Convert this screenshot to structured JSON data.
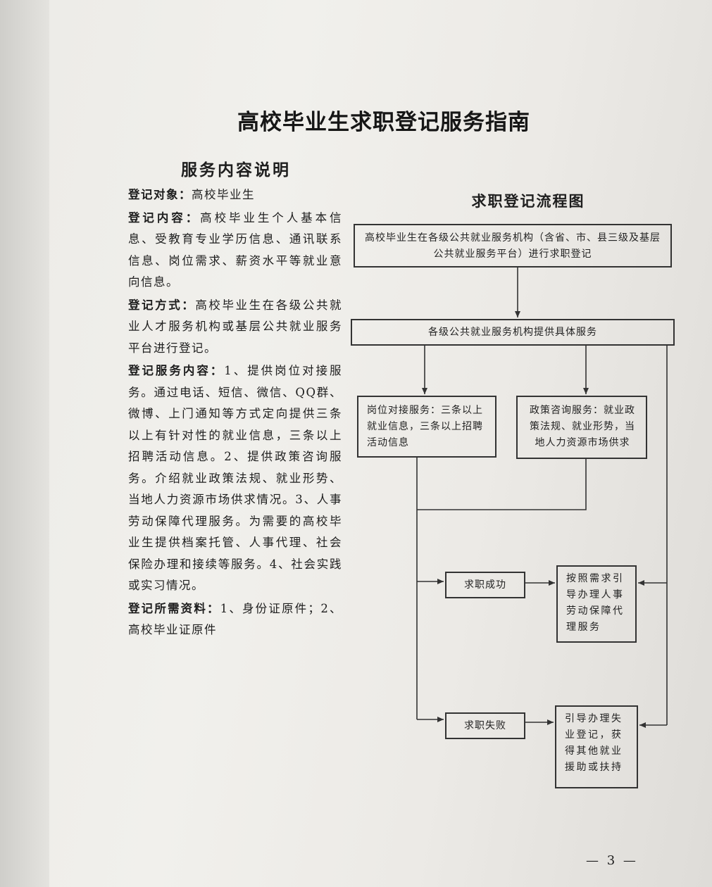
{
  "title": "高校毕业生求职登记服务指南",
  "section": {
    "heading": "服务内容说明",
    "items": [
      {
        "label": "登记对象：",
        "text": "高校毕业生"
      },
      {
        "label": "登记内容：",
        "text": "高校毕业生个人基本信息、受教育专业学历信息、通讯联系信息、岗位需求、薪资水平等就业意向信息。"
      },
      {
        "label": "登记方式：",
        "text": "高校毕业生在各级公共就业人才服务机构或基层公共就业服务平台进行登记。"
      },
      {
        "label": "登记服务内容：",
        "text": "1、提供岗位对接服务。通过电话、短信、微信、QQ群、微博、上门通知等方式定向提供三条以上有针对性的就业信息，三条以上招聘活动信息。2、提供政策咨询服务。介绍就业政策法规、就业形势、当地人力资源市场供求情况。3、人事劳动保障代理服务。为需要的高校毕业生提供档案托管、人事代理、社会保险办理和接续等服务。4、社会实践或实习情况。"
      },
      {
        "label": "登记所需资料：",
        "text": "1、身份证原件；2、高校毕业证原件"
      }
    ]
  },
  "flowchart": {
    "title": "求职登记流程图",
    "nodes": {
      "register": "高校毕业生在各级公共就业服务机构（含省、市、县三级及基层公共就业服务平台）进行求职登记",
      "services": "各级公共就业服务机构提供具体服务",
      "job_matching": "岗位对接服务：三条以上就业信息，三条以上招聘活动信息",
      "policy_consult": "政策咨询服务：就业政策法规、就业形势，当地人力资源市场供求",
      "success": "求职成功",
      "success_action": "按照需求引导办理人事劳动保障代理服务",
      "failure": "求职失败",
      "failure_action": "引导办理失业登记，获得其他就业援助或扶持"
    }
  },
  "page_number": "— 3 —"
}
